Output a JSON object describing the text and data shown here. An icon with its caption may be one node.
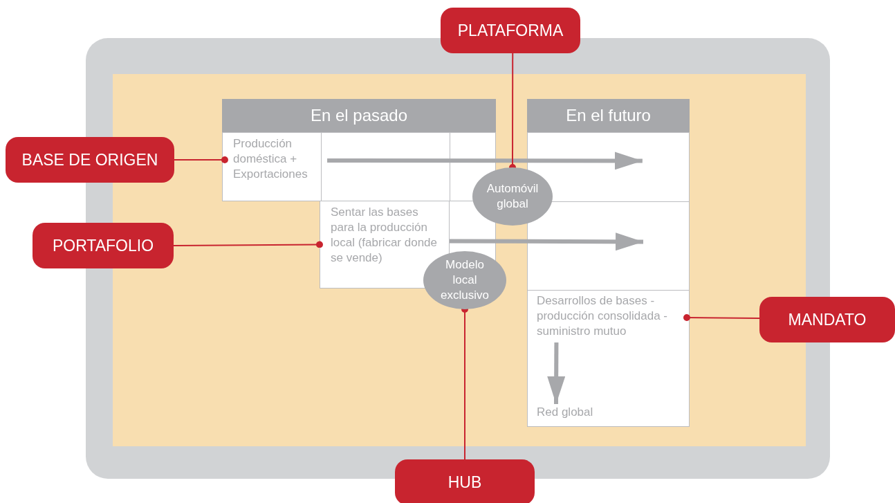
{
  "diagram": {
    "nodes": [
      {
        "text": [
          "PLATAFORMA"
        ]
      },
      {
        "text": [
          "En el pasado"
        ]
      },
      {
        "text": [
          "Producción doméstica + Exportaciones"
        ]
      },
      {
        "text": [
          "Sentar las bases para la producción local (fabricar donde se vende)"
        ]
      },
      {
        "text": [
          "En el futuro"
        ]
      },
      {
        "text": [],
        "shape": "box"
      },
      {
        "text": [],
        "shape": "box"
      },
      {
        "text": [],
        "shape": "box"
      },
      {
        "text": [
          "Desarrollos de bases - producción consolidada - suministro mutuo"
        ],
        "in": 7
      },
      {
        "text": [
          "Red global"
        ],
        "in": 7
      },
      {
        "text": [
          "Automóvil global"
        ]
      },
      {
        "text": [
          "Modelo local exclusivo"
        ]
      },
      {
        "text": [
          "BASE DE ORIGEN"
        ]
      },
      {
        "text": [
          "PORTAFOLIO"
        ]
      },
      {
        "text": [
          "MANDATO"
        ]
      },
      {
        "text": [
          "HUB"
        ]
      }
    ],
    "edges": [
      {
        "from": 2,
        "to": 5,
        "arrow": "to",
        "style": "thick",
        "color": "#a7a8ab"
      },
      {
        "from": 3,
        "to": 6,
        "arrow": "to",
        "style": "thick",
        "color": "#a7a8ab"
      },
      {
        "from": 8,
        "to": 9,
        "arrow": "to",
        "style": "thick",
        "color": "#a7a8ab"
      },
      {
        "from": 0,
        "to": 10,
        "arrow": "other"
      },
      {
        "from": 12,
        "to": 2,
        "arrow": "other"
      },
      {
        "from": 13,
        "to": 3,
        "arrow": "other"
      },
      {
        "from": 14,
        "to": 8,
        "arrow": "other"
      },
      {
        "from": 15,
        "to": 11,
        "arrow": "other"
      }
    ]
  }
}
